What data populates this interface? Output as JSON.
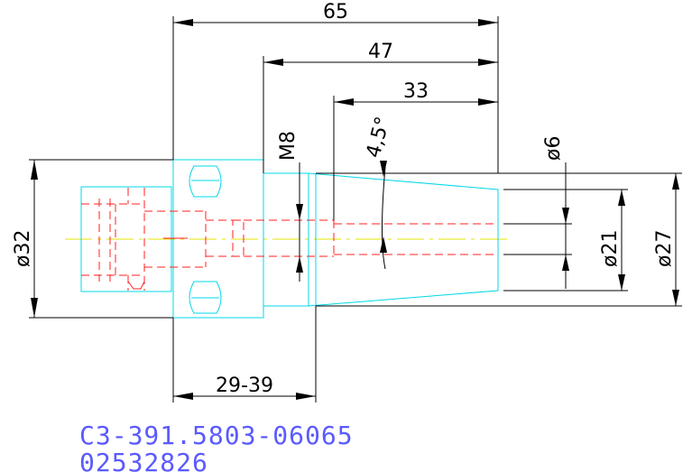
{
  "drawing": {
    "dimensions": {
      "overall_length": "65",
      "length_47": "47",
      "length_33": "33",
      "thread": "M8",
      "taper_angle": "4,5°",
      "dia_6": "ø6",
      "dia_21": "ø21",
      "dia_27": "ø27",
      "dia_32": "ø32",
      "range": "29-39"
    },
    "part_number": "C3-391.5803-06065",
    "item_code": "02532826",
    "colors": {
      "outline": "#00d8e8",
      "hidden": "#ff2020",
      "centerline": "#e6e600",
      "dimension": "#000000",
      "text": "#5a5aff"
    }
  }
}
